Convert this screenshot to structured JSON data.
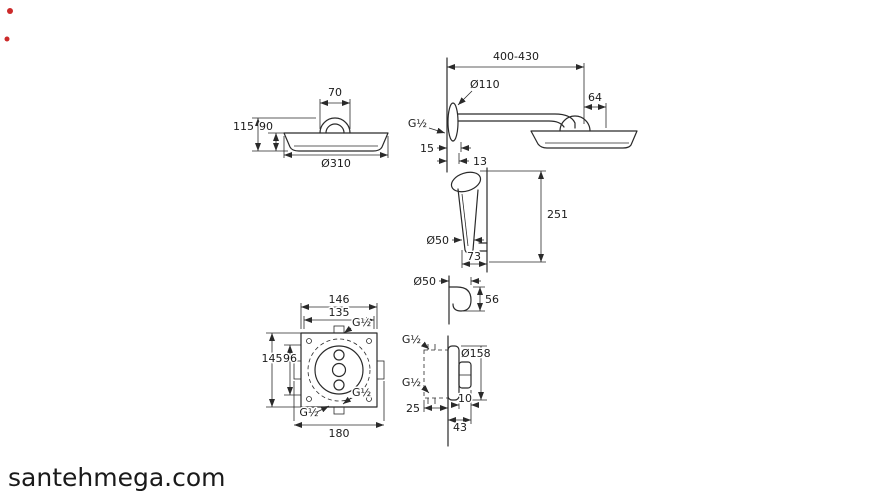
{
  "watermark": "santehmega.com",
  "watermark_color": "#c9c9c9",
  "accent_red": "#cc2a2a",
  "line_color": "#2a2a2a",
  "dims": {
    "thread": "G½",
    "head_top_width": "70",
    "head_height_total": "115",
    "head_height_body": "90",
    "head_diameter": "Ø310",
    "arm_projection": "400-430",
    "flange_diameter": "Ø110",
    "head_offset": "64",
    "flange_depth": "15",
    "plate_depth": "13",
    "hand_shower_length": "251",
    "grip_diameter": "Ø50",
    "bracket_depth": "73",
    "holder_diameter": "Ø50",
    "holder_height": "56",
    "box_width": "146",
    "box_width_inner": "135",
    "box_height": "145",
    "box_height_inner": "96",
    "box_width_total": "180",
    "trim_diameter": "Ø158",
    "body_depth": "25",
    "knob_depth": "10",
    "trim_depth_total": "43"
  }
}
